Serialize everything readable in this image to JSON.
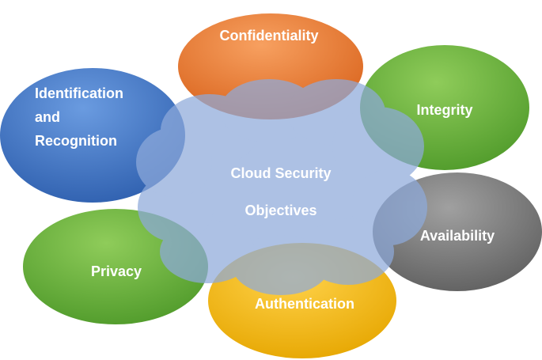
{
  "diagram": {
    "center": {
      "line1": "Cloud Security",
      "line2": "Objectives",
      "color": "#8eaadb"
    },
    "nodes": {
      "confidentiality": {
        "label": "Confidentiality",
        "color": "#ed7d31"
      },
      "integrity": {
        "label": "Integrity",
        "color": "#70ad47"
      },
      "availability": {
        "label": "Availability",
        "color": "#7f7f7f"
      },
      "authentication": {
        "label": "Authentication",
        "color": "#ffc000"
      },
      "privacy": {
        "label": "Privacy",
        "color": "#70ad47"
      },
      "identification": {
        "line1": "Identification",
        "line2": "and",
        "line3": "Recognition",
        "color": "#4472c4"
      }
    }
  }
}
